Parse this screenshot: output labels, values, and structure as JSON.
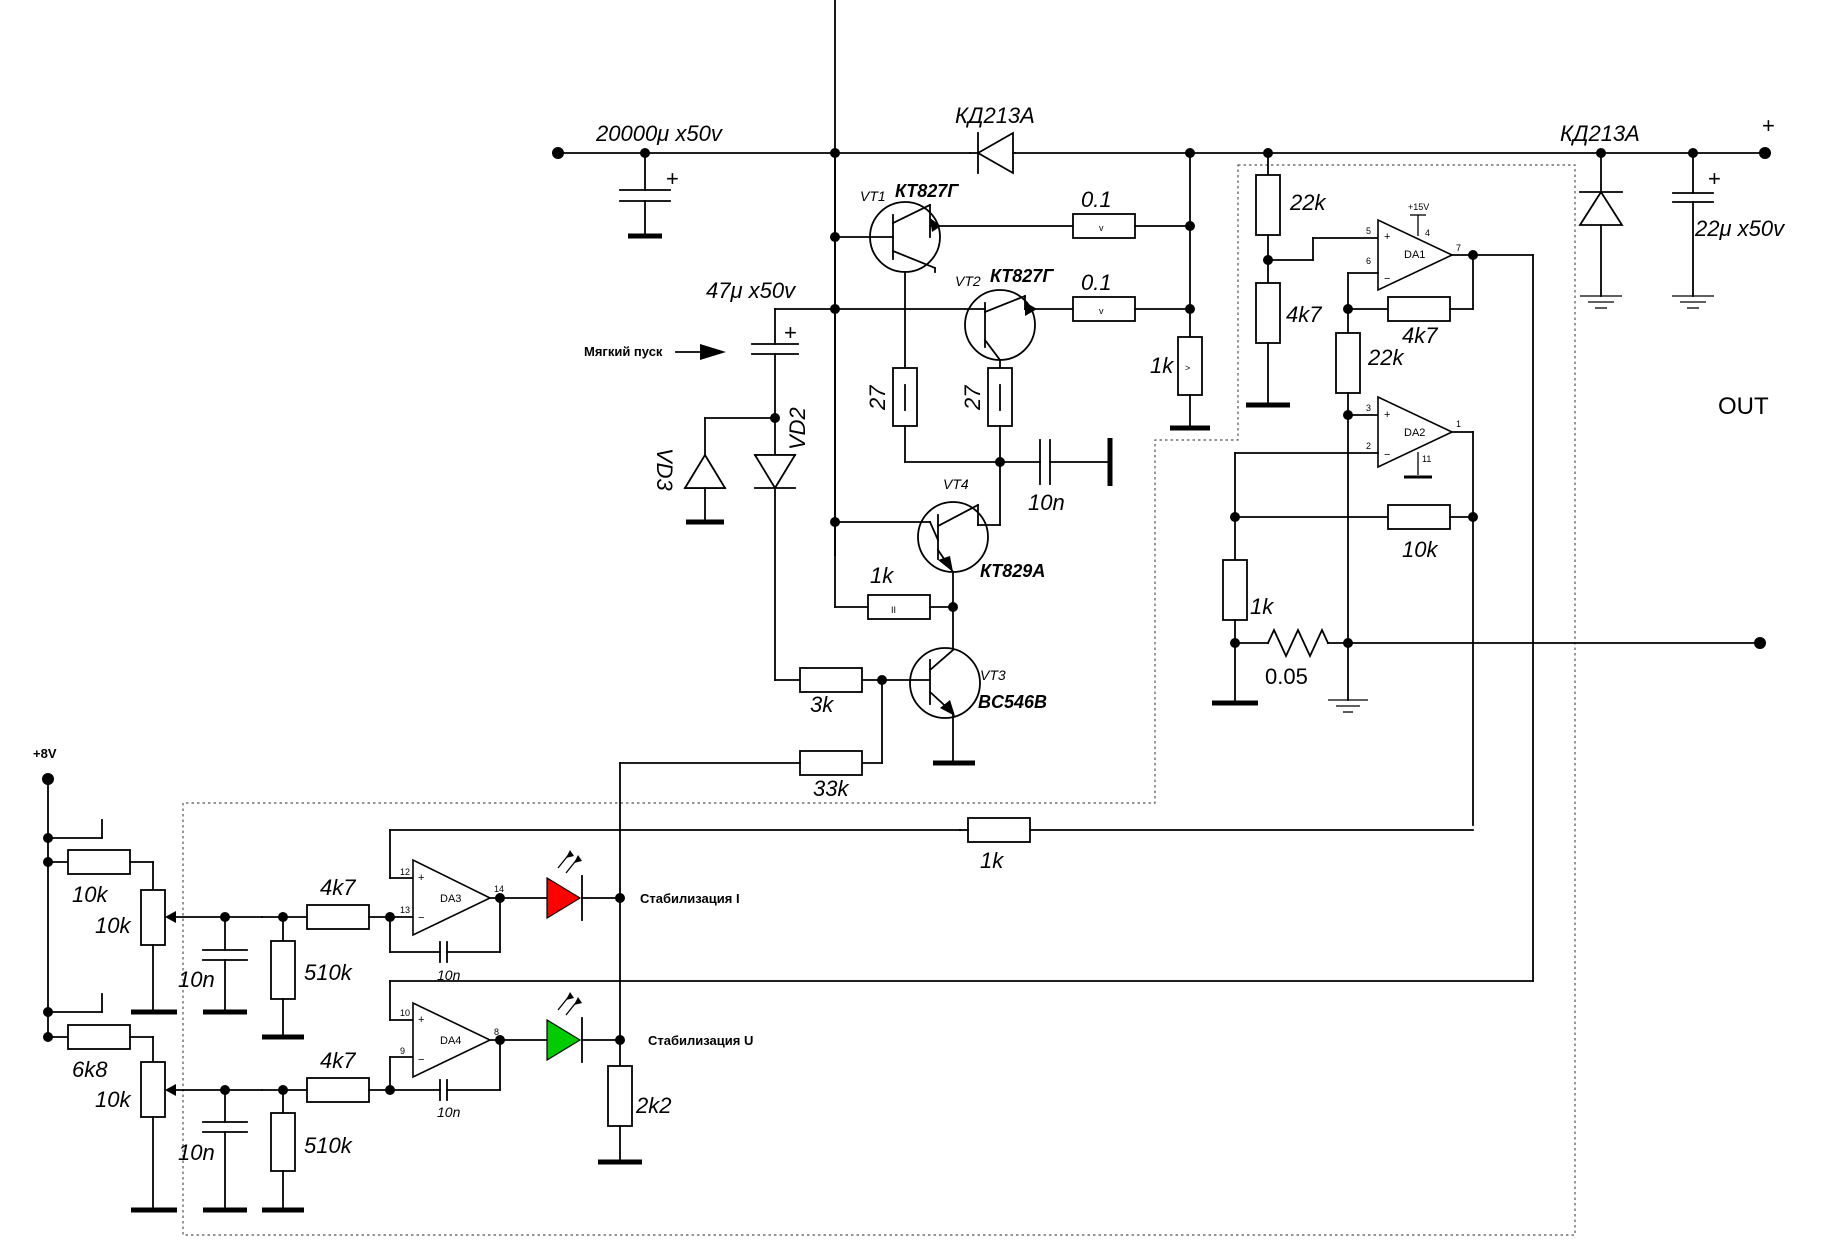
{
  "labels": {
    "c_main": "20000μ x50v",
    "d_top": "КД213А",
    "d_out": "КД213А",
    "plus_out": "+",
    "c_out": "22μ x50v",
    "vt1": "VT1",
    "vt1_type": "КТ827Г",
    "vt2": "VT2",
    "vt2_type": "КТ827Г",
    "r_e1": "0.1",
    "r_e2": "0.1",
    "r_22k_top": "22k",
    "r_4k7_div": "4k7",
    "c_47": "47μ x50v",
    "soft_start": "Мягкий пуск",
    "r_1k_side": "1k",
    "r_27a": "27",
    "r_27b": "27",
    "r_4k7_fb": "4k7",
    "r_22k_mid": "22k",
    "vd3": "VD3",
    "vd2": "VD2",
    "c_10n_top": "10n",
    "vt4": "VT4",
    "vt4_type": "КТ829А",
    "r_10k_fb": "10k",
    "r_1k_vt4": "1k",
    "r_1k_sense": "1k",
    "r_shunt": "0.05",
    "vt3": "VT3",
    "vt3_type": "BC546B",
    "r_3k": "3k",
    "r_33k": "33k",
    "v8": "+8V",
    "out": "OUT",
    "r_1k_long": "1k",
    "r_10k_a": "10k",
    "pot_a": "10k",
    "r_4k7_a": "4k7",
    "c_10n_a": "10n",
    "r_510k_a": "510k",
    "c_10n_da3": "10n",
    "stab_i": "Стабилизация I",
    "r_6k8": "6k8",
    "pot_b": "10k",
    "r_4k7_b": "4k7",
    "c_10n_b": "10n",
    "r_510k_b": "510k",
    "c_10n_da4": "10n",
    "stab_u": "Стабилизация U",
    "r_2k2": "2k2",
    "da1": "DA1",
    "da2": "DA2",
    "da3": "DA3",
    "da4": "DA4",
    "v15": "+15V",
    "pins": {
      "da1_5": "5",
      "da1_6": "6",
      "da1_4": "4",
      "da1_7": "7",
      "da2_3": "3",
      "da2_2": "2",
      "da2_11": "11",
      "da2_1": "1",
      "da3_12": "12",
      "da3_13": "13",
      "da3_14": "14",
      "da4_10": "10",
      "da4_9": "9",
      "da4_8": "8"
    },
    "sym_plus": "+",
    "sym_minus": "−"
  },
  "colors": {
    "wire": "#000000",
    "led_current": "#ff0000",
    "led_voltage": "#00cc00",
    "dashed_border": "#555555"
  }
}
